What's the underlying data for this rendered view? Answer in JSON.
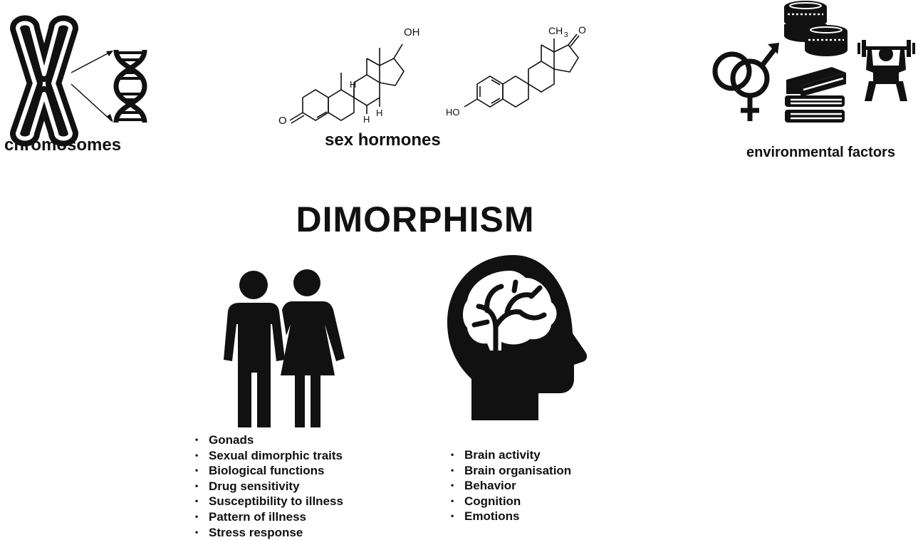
{
  "top_labels": {
    "chromosomes": "chromosomes",
    "sex_hormones": "sex hormones",
    "environmental_factors": "environmental factors"
  },
  "molecule_labels": {
    "testosterone_oh": "OH",
    "testosterone_h1": "H",
    "testosterone_h2": "H",
    "testosterone_h3": "H",
    "testosterone_o": "O",
    "estrone_ch": "CH",
    "estrone_sub": "3",
    "estrone_o": "O",
    "estrone_ho": "HO"
  },
  "title": "DIMORPHISM",
  "body_traits": [
    "Gonads",
    "Sexual dimorphic traits",
    "Biological functions",
    "Drug sensitivity",
    "Susceptibility to illness",
    "Pattern of illness",
    "Stress response"
  ],
  "brain_traits": [
    "Brain activity",
    "Brain organisation",
    "Behavior",
    "Cognition",
    "Emotions"
  ],
  "icons": {
    "chromosome": "chromosome-icon",
    "dna": "dna-helix-icon",
    "testosterone": "testosterone-structure-icon",
    "estrone": "estrone-structure-icon",
    "gender": "gender-symbols-icon",
    "coins": "coins-icon",
    "books": "books-icon",
    "weightlifter": "weightlifter-icon",
    "couple": "couple-icon",
    "head_brain": "head-brain-icon"
  },
  "colors": {
    "ink": "#111111",
    "background": "#ffffff"
  }
}
